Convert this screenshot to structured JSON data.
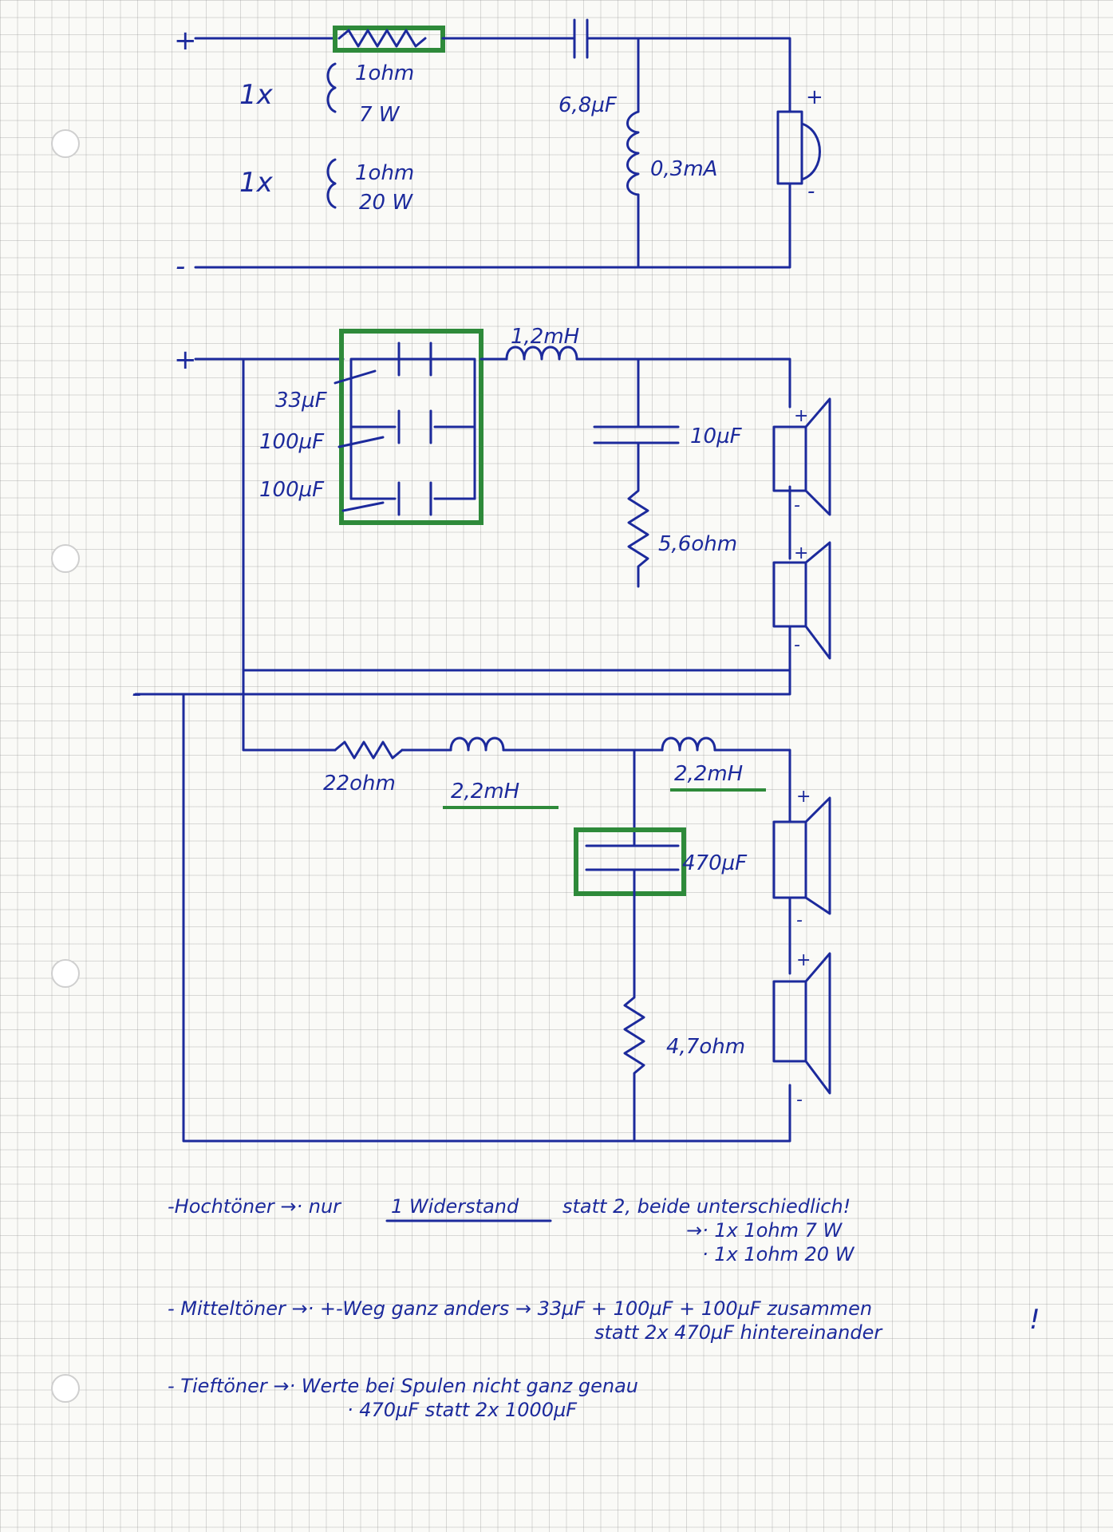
{
  "tweeter": {
    "plus": "+",
    "minus": "-",
    "qty1": "1x",
    "r1_value": "1ohm",
    "r1_power": "7 W",
    "qty2": "1x",
    "r2_value": "1ohm",
    "r2_power": "20 W",
    "cap": "6,8µF",
    "coil": "0,3mA",
    "spk_plus": "+",
    "spk_minus": "-"
  },
  "midrange": {
    "plus": "+",
    "coil": "1,2mH",
    "cap_a": "33µF",
    "cap_b": "100µF",
    "cap_c": "100µF",
    "cap_shunt": "10µF",
    "res_shunt": "5,6ohm",
    "spk1_plus": "+",
    "spk1_minus": "-",
    "spk2_plus": "+",
    "spk2_minus": "-"
  },
  "woofer": {
    "minus": "-",
    "res": "22ohm",
    "coil1": "2,2mH",
    "coil2": "2,2mH",
    "cap": "470µF",
    "res2": "4,7ohm",
    "spk1_plus": "+",
    "spk1_minus": "-",
    "spk2_plus": "+",
    "spk2_minus": "-"
  },
  "notes": {
    "hoch_lead": "-Hochtöner →· nur",
    "hoch_underlined": "1 Widerstand",
    "hoch_rest": "statt 2, beide unterschiedlich!",
    "hoch_sub1": "→· 1x   1ohm  7 W",
    "hoch_sub2": "· 1x   1ohm  20 W",
    "mittel_line1": "- Mitteltöner →· +-Weg ganz anders → 33µF + 100µF + 100µF zusammen",
    "mittel_line2": "statt  2x 470µF hintereinander",
    "mittel_bang": "!",
    "tief_line1": "- Tieftöner →· Werte bei Spulen nicht ganz genau",
    "tief_line2": "· 470µF statt 2x 1000µF"
  }
}
